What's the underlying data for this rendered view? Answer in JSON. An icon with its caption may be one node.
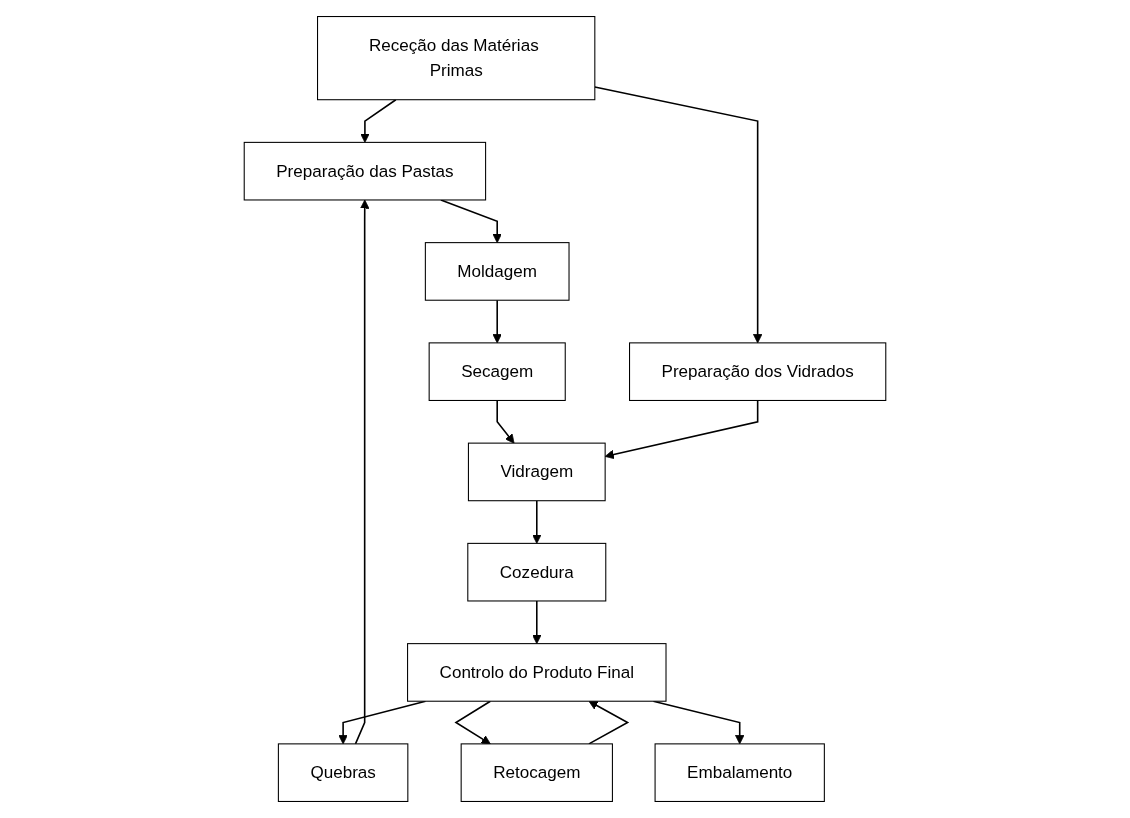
{
  "diagram": {
    "nodes": [
      {
        "text": [
          "Receção das Matérias Primas"
        ]
      },
      {
        "text": [
          "Preparação das Pastas"
        ]
      },
      {
        "text": [
          "Preparação dos Vidrados"
        ]
      },
      {
        "text": [
          "Moldagem"
        ]
      },
      {
        "text": [
          "Secagem"
        ]
      },
      {
        "text": [
          "Vidragem"
        ]
      },
      {
        "text": [
          "Cozedura"
        ]
      },
      {
        "text": [
          "Controlo do Produto Final"
        ]
      },
      {
        "text": [
          "Quebras"
        ]
      },
      {
        "text": [
          "Retocagem"
        ]
      },
      {
        "text": [
          "Embalamento"
        ]
      }
    ],
    "edges": [
      {
        "from": 0,
        "to": 1,
        "arrow": "to"
      },
      {
        "from": 0,
        "to": 2,
        "arrow": "to"
      },
      {
        "from": 1,
        "to": 3,
        "arrow": "to"
      },
      {
        "from": 3,
        "to": 4,
        "arrow": "to"
      },
      {
        "from": 4,
        "to": 5,
        "arrow": "to"
      },
      {
        "from": 2,
        "to": 5,
        "arrow": "to"
      },
      {
        "from": 5,
        "to": 6,
        "arrow": "to"
      },
      {
        "from": 6,
        "to": 7,
        "arrow": "to"
      },
      {
        "from": 7,
        "to": 8,
        "arrow": "to"
      },
      {
        "from": 8,
        "to": 1,
        "arrow": "to"
      },
      {
        "from": 7,
        "to": 9,
        "arrow": "to"
      },
      {
        "from": 9,
        "to": 7,
        "arrow": "to"
      },
      {
        "from": 7,
        "to": 10,
        "arrow": "to"
      }
    ]
  }
}
